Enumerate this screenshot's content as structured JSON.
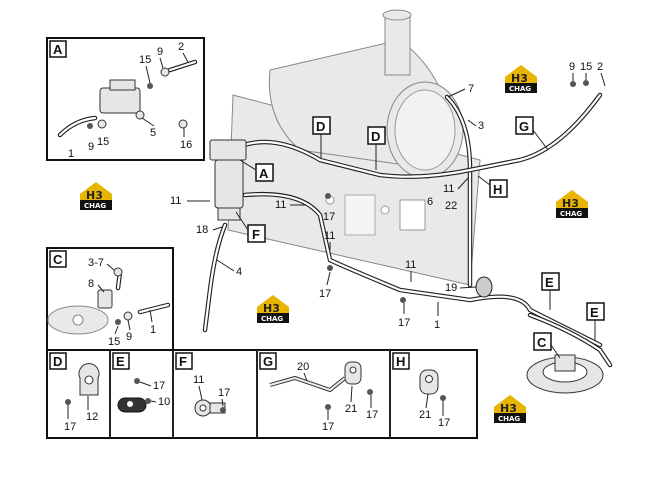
{
  "views": {
    "A": "A",
    "C": "C",
    "D": "D",
    "E": "E",
    "F": "F",
    "G": "G",
    "H": "H"
  },
  "callouts": {
    "main": [
      "D",
      "D",
      "A",
      "F",
      "G",
      "H",
      "E",
      "E",
      "C"
    ]
  },
  "parts": {
    "main": [
      "7",
      "3",
      "9",
      "15",
      "2",
      "6",
      "11",
      "22",
      "11",
      "11",
      "17",
      "18",
      "4",
      "11",
      "17",
      "11",
      "17",
      "19",
      "17",
      "1"
    ],
    "view_a": [
      "9",
      "2",
      "15",
      "5",
      "1",
      "9",
      "15",
      "16"
    ],
    "view_c": [
      "3-7",
      "8",
      "15",
      "9",
      "1"
    ],
    "view_d": [
      "17",
      "12"
    ],
    "view_e": [
      "17",
      "10"
    ],
    "view_f": [
      "11",
      "17"
    ],
    "view_g": [
      "20",
      "21",
      "17",
      "17"
    ],
    "view_h": [
      "21",
      "17"
    ]
  },
  "logo": {
    "mark": "H3",
    "word": "CHAG",
    "colors": {
      "gold": "#e8b400",
      "black": "#111111"
    }
  }
}
